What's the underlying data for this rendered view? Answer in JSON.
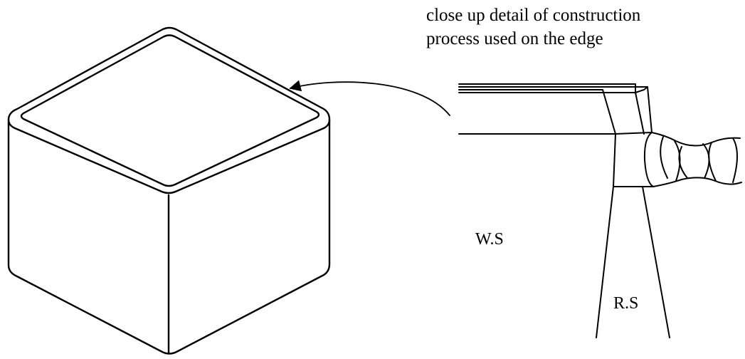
{
  "caption": {
    "line1": "close up detail of construction",
    "line2": "process used on the edge"
  },
  "labels": {
    "wrong_side": "W.S",
    "right_side": "R.S"
  },
  "colors": {
    "stroke": "#000000",
    "background": "#ffffff"
  }
}
